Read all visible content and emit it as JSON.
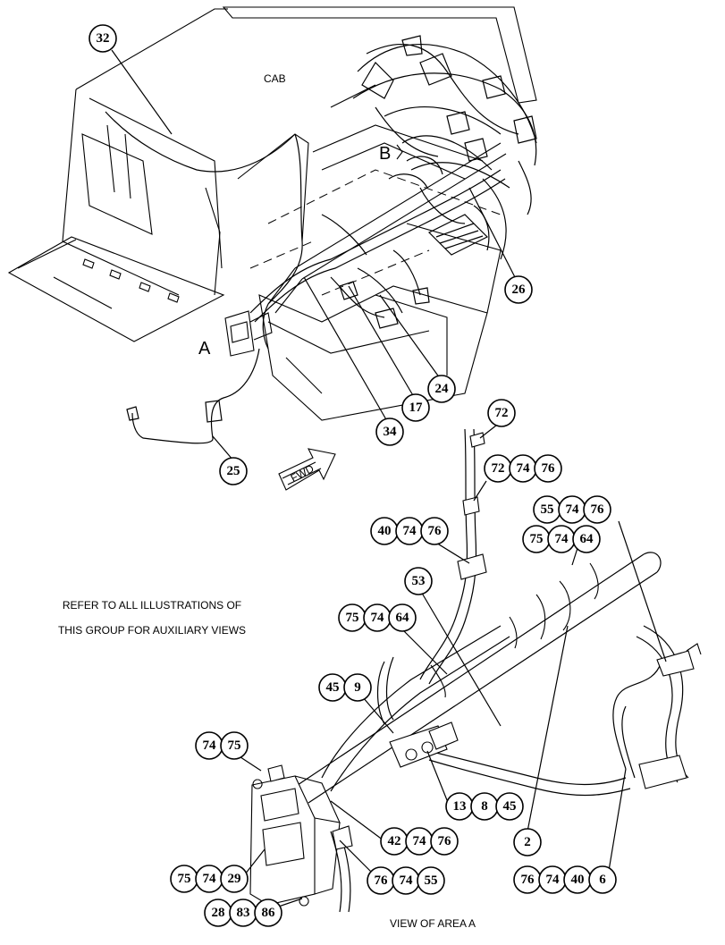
{
  "labels": {
    "cab": "CAB",
    "view_a": "A",
    "view_b": "B",
    "fwd": "FWD",
    "refer_note_line1": "REFER TO ALL ILLUSTRATIONS OF",
    "refer_note_line2": "THIS GROUP FOR AUXILIARY VIEWS",
    "view_caption": "VIEW OF AREA A"
  },
  "callouts": {
    "c32": [
      "32"
    ],
    "c26": [
      "26"
    ],
    "c24": [
      "24"
    ],
    "c17": [
      "17"
    ],
    "c34": [
      "34"
    ],
    "c25": [
      "25"
    ],
    "c72": [
      "72"
    ],
    "c72_74_76": [
      "72",
      "74",
      "76"
    ],
    "c55_74_76": [
      "55",
      "74",
      "76"
    ],
    "c75_74_64_r": [
      "75",
      "74",
      "64"
    ],
    "c40_74_76": [
      "40",
      "74",
      "76"
    ],
    "c53": [
      "53"
    ],
    "c75_74_64_l": [
      "75",
      "74",
      "64"
    ],
    "c45_9": [
      "45",
      "9"
    ],
    "c74_75": [
      "74",
      "75"
    ],
    "c13_8_45": [
      "13",
      "8",
      "45"
    ],
    "c42_74_76": [
      "42",
      "74",
      "76"
    ],
    "c2": [
      "2"
    ],
    "c75_74_29": [
      "75",
      "74",
      "29"
    ],
    "c76_74_55": [
      "76",
      "74",
      "55"
    ],
    "c76_74_40_6": [
      "76",
      "74",
      "40",
      "6"
    ],
    "c28_83_86": [
      "28",
      "83",
      "86"
    ]
  }
}
